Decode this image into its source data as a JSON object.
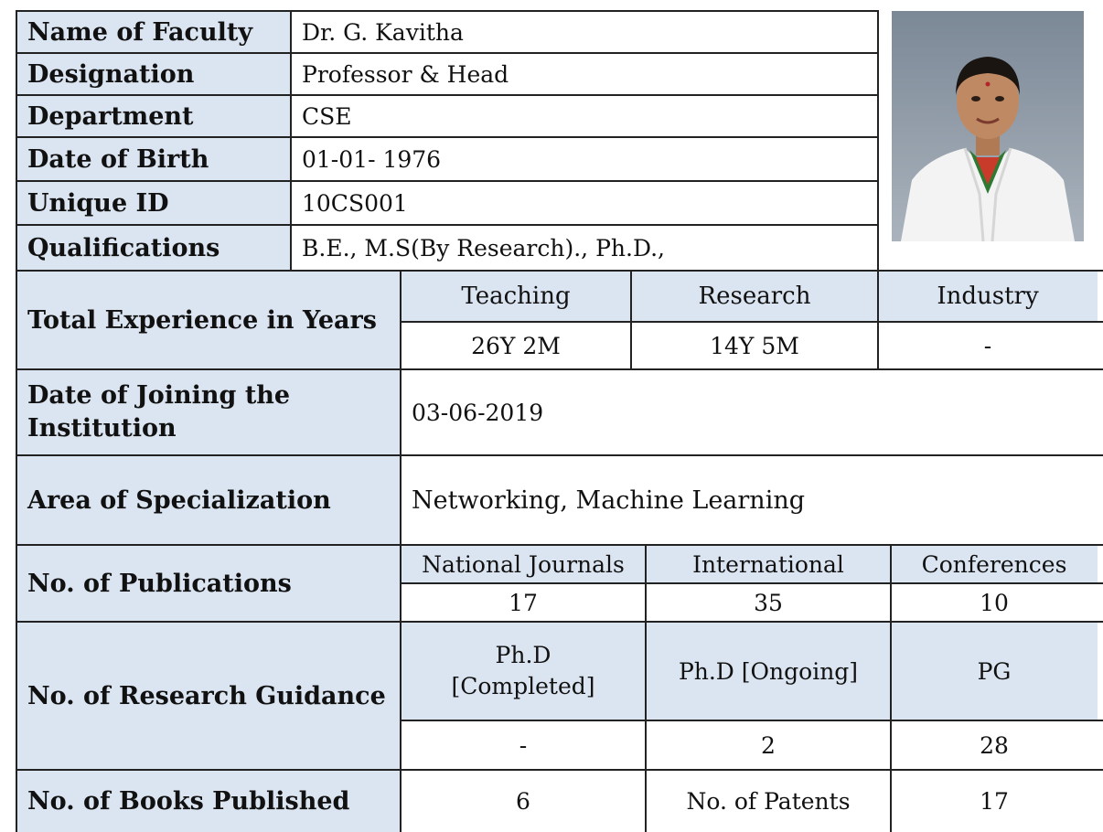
{
  "faculty": {
    "name_label": "Name of Faculty",
    "name_value": "Dr. G. Kavitha",
    "designation_label": "Designation",
    "designation_value": "Professor & Head",
    "department_label": "Department",
    "department_value": "CSE",
    "dob_label": "Date of Birth",
    "dob_value": "01-01- 1976",
    "uid_label": "Unique ID",
    "uid_value": "10CS001",
    "qual_label": "Qualifications",
    "qual_value": "B.E., M.S(By Research)., Ph.D.,"
  },
  "experience": {
    "label": "Total Experience in Years",
    "headers": [
      "Teaching",
      "Research",
      "Industry"
    ],
    "values": [
      "26Y  2M",
      "14Y  5M",
      "-"
    ]
  },
  "joining": {
    "label_line1": "Date of Joining the",
    "label_line2": "Institution",
    "value": "03-06-2019"
  },
  "specialization": {
    "label": "Area of Specialization",
    "value": "Networking, Machine Learning"
  },
  "publications": {
    "label": "No. of  Publications",
    "headers": [
      "National Journals",
      "International",
      "Conferences"
    ],
    "values": [
      "17",
      "35",
      "10"
    ]
  },
  "guidance": {
    "label": "No. of Research Guidance",
    "header1_line1": "Ph.D",
    "header1_line2": "[Completed]",
    "header2": "Ph.D [Ongoing]",
    "header3": "PG",
    "values": [
      "-",
      "2",
      "28"
    ]
  },
  "books": {
    "label": "No. of Books Published",
    "value": "6",
    "patents_label": "No. of Patents",
    "patents_value": "17"
  },
  "colors": {
    "label_bg": "#dbe5f1",
    "border": "#222222"
  }
}
